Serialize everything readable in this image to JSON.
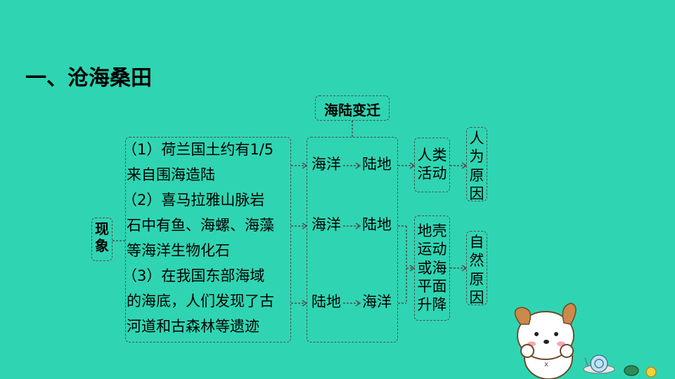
{
  "title": "一、沧海桑田",
  "diagram": {
    "top_node": "海陆变迁",
    "left_node": "现象",
    "phenomena": [
      "（1）荷兰国土约有1/5",
      "来自围海造陆",
      "（2）喜马拉雅山脉岩",
      "石中有鱼、海螺、海藻",
      "等海洋生物化石",
      "（3）在我国东部海域",
      "的海底，人们发现了古",
      "河道和古森林等遗迹"
    ],
    "changes": [
      {
        "from": "海洋",
        "to": "陆地"
      },
      {
        "from": "海洋",
        "to": "陆地"
      },
      {
        "from": "陆地",
        "to": "海洋"
      }
    ],
    "causes": [
      "人类活动",
      "地壳运动或海平面升降"
    ],
    "cause_types": [
      "人为原因",
      "自然原因"
    ]
  }
}
